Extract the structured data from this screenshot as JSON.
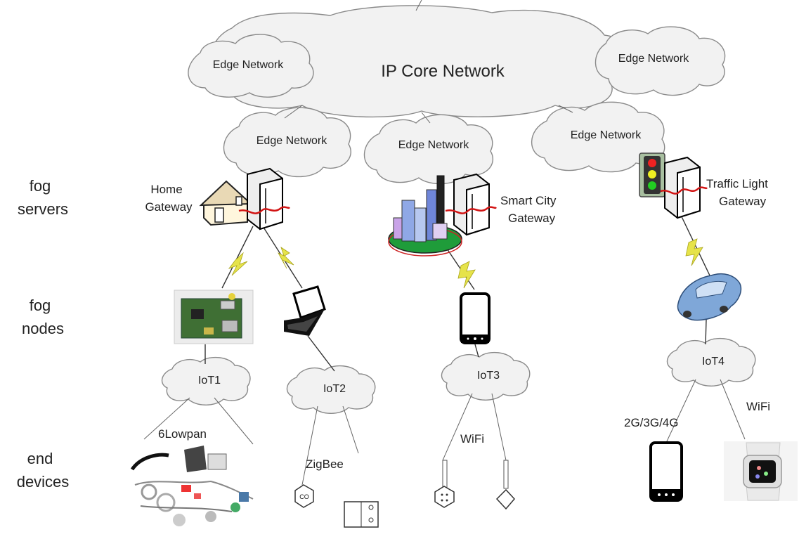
{
  "clouds": {
    "core": "IP Core Network",
    "edge_top_left": "Edge Network",
    "edge_top_right": "Edge Network",
    "edge_home": "Edge Network",
    "edge_city": "Edge Network",
    "edge_traffic": "Edge Network",
    "iot1": "IoT1",
    "iot2": "IoT2",
    "iot3": "IoT3",
    "iot4": "IoT4"
  },
  "tiers": {
    "fog_servers": [
      "fog",
      "servers"
    ],
    "fog_nodes": [
      "fog",
      "nodes"
    ],
    "end_devices": [
      "end",
      "devices"
    ]
  },
  "gateways": {
    "home": [
      "Home",
      "Gateway"
    ],
    "city": [
      "Smart City",
      "Gateway"
    ],
    "traffic": [
      "Traffic Light",
      "Gateway"
    ]
  },
  "protocols": {
    "lowpan": "6Lowpan",
    "zigbee": "ZigBee",
    "wifi_city": "WiFi",
    "cellular": "2G/3G/4G",
    "wifi_car": "WiFi"
  },
  "device_labels": {
    "co_sensor": "CO"
  },
  "colors": {
    "cloud_fill": "#f2f2f2",
    "cloud_stroke": "#8a8a8a",
    "server_red": "#d21414",
    "bolt_yellow": "#e6e34a",
    "car_blue": "#7fa7d8",
    "city_green": "#1f9c3a"
  }
}
